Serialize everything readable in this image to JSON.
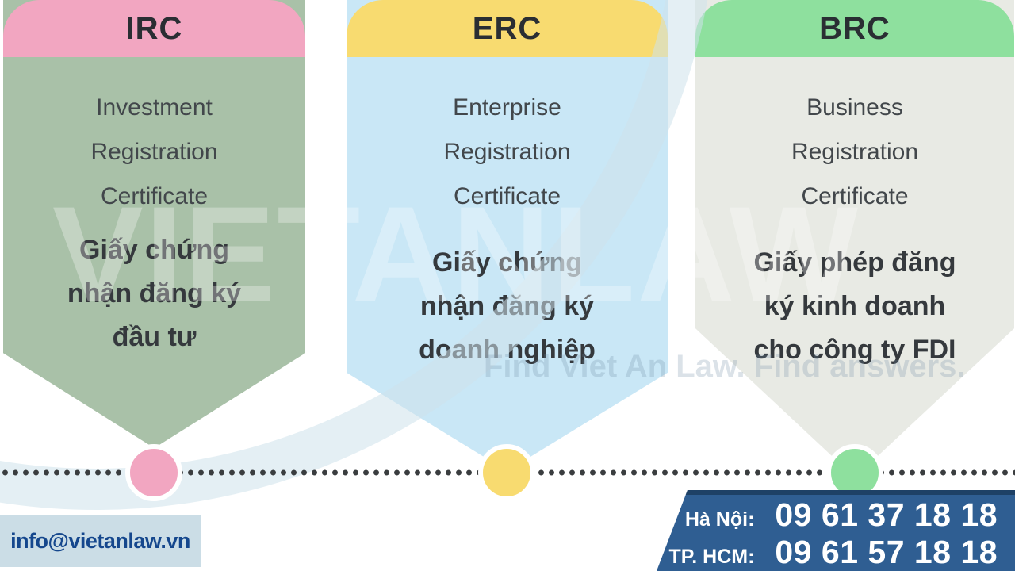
{
  "columns": [
    {
      "code": "IRC",
      "english_lines": [
        "Investment",
        "Registration",
        "Certificate"
      ],
      "vietnamese_lines": [
        "Giấy chứng",
        "nhận đăng ký",
        "đầu tư"
      ],
      "header_color": "#f2a6c1",
      "body_color": "#a9c1a8",
      "dot_color": "#f2a6c1"
    },
    {
      "code": "ERC",
      "english_lines": [
        "Enterprise",
        "Registration",
        "Certificate"
      ],
      "vietnamese_lines": [
        "Giấy chứng",
        "nhận đăng ký",
        "doanh nghiệp"
      ],
      "header_color": "#f8db70",
      "body_color": "#c9e7f6",
      "dot_color": "#f8db70"
    },
    {
      "code": "BRC",
      "english_lines": [
        "Business",
        "Registration",
        "Certificate"
      ],
      "vietnamese_lines": [
        "Giấy phép đăng",
        "ký kinh doanh",
        "cho công ty FDI"
      ],
      "header_color": "#8ee09e",
      "body_color": "#e8eae4",
      "dot_color": "#8ee09e"
    }
  ],
  "watermark": {
    "brand": "VIETANLAW",
    "tagline": "Find Viet An Law. Find answers."
  },
  "contact": {
    "email": "info@vietanlaw.vn",
    "phones": [
      {
        "label": "Hà Nội:",
        "number": "09 61 37 18 18"
      },
      {
        "label": "TP. HCM:",
        "number": "09 61 57 18 18"
      }
    ]
  },
  "colors": {
    "phone_box": "#2f5e92",
    "phone_box_topline": "#1e4166",
    "email_box": "#cbdde6",
    "email_text": "#15478d",
    "dotted_line": "#3a3d3f",
    "header_text": "#2a2e33",
    "body_text": "#42474b",
    "vietnamese_text": "#35393d"
  }
}
